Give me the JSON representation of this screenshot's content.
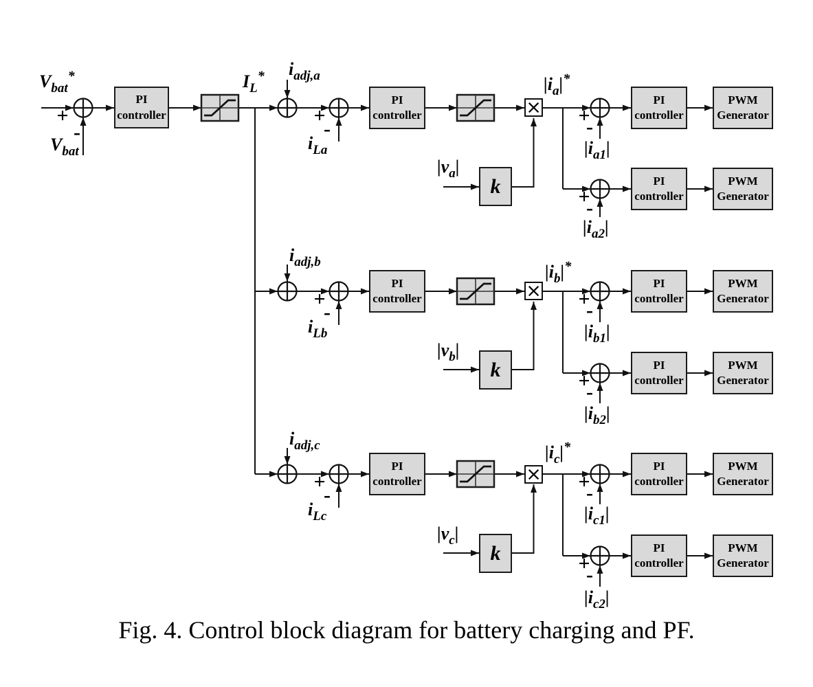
{
  "caption": "Fig. 4. Control block diagram for battery charging and PF.",
  "blocks": {
    "pi": {
      "line1": "PI",
      "line2": "controller"
    },
    "pwm": {
      "line1": "PWM",
      "line2": "Generator"
    },
    "gain": "k",
    "multiply": "×"
  },
  "signs": {
    "plus": "+",
    "minus": "-"
  },
  "signals": {
    "vbat_ref": {
      "main": "V",
      "sub": "bat",
      "sup": "*"
    },
    "vbat": {
      "main": "V",
      "sub": "bat"
    },
    "il_ref": {
      "main": "I",
      "sub": "L",
      "sup": "*"
    },
    "phases": [
      {
        "name": "a",
        "i_adj": {
          "main": "i",
          "sub": "adj,a"
        },
        "i_l": {
          "main": "i",
          "sub": "La"
        },
        "v_abs": {
          "main": "|v",
          "sub": "a",
          "post": "|"
        },
        "i_ref": {
          "main": "|i",
          "sub": "a",
          "post": "|",
          "sup": "*"
        },
        "i_1": {
          "main": "|i",
          "sub": "a1",
          "post": "|"
        },
        "i_2": {
          "main": "|i",
          "sub": "a2",
          "post": "|"
        }
      },
      {
        "name": "b",
        "i_adj": {
          "main": "i",
          "sub": "adj,b"
        },
        "i_l": {
          "main": "i",
          "sub": "Lb"
        },
        "v_abs": {
          "main": "|v",
          "sub": "b",
          "post": "|"
        },
        "i_ref": {
          "main": "|i",
          "sub": "b",
          "post": "|",
          "sup": "*"
        },
        "i_1": {
          "main": "|i",
          "sub": "b1",
          "post": "|"
        },
        "i_2": {
          "main": "|i",
          "sub": "b2",
          "post": "|"
        }
      },
      {
        "name": "c",
        "i_adj": {
          "main": "i",
          "sub": "adj,c"
        },
        "i_l": {
          "main": "i",
          "sub": "Lc"
        },
        "v_abs": {
          "main": "|v",
          "sub": "c",
          "post": "|"
        },
        "i_ref": {
          "main": "|i",
          "sub": "c",
          "post": "|",
          "sup": "*"
        },
        "i_1": {
          "main": "|i",
          "sub": "c1",
          "post": "|"
        },
        "i_2": {
          "main": "|i",
          "sub": "c2",
          "post": "|"
        }
      }
    ]
  }
}
